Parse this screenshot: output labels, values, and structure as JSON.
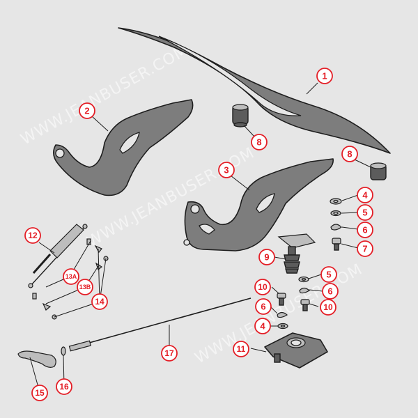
{
  "watermark": {
    "texts": [
      "WWW.JEANBUSER.COM",
      "WWW.JEANBUSER.COM",
      "WWW.JEANBUSER.COM"
    ]
  },
  "callouts": [
    {
      "id": "c1",
      "label": "1"
    },
    {
      "id": "c2",
      "label": "2"
    },
    {
      "id": "c3",
      "label": "3"
    },
    {
      "id": "c8a",
      "label": "8"
    },
    {
      "id": "c8b",
      "label": "8"
    },
    {
      "id": "c4a",
      "label": "4"
    },
    {
      "id": "c5a",
      "label": "5"
    },
    {
      "id": "c6a",
      "label": "6"
    },
    {
      "id": "c7",
      "label": "7"
    },
    {
      "id": "c9",
      "label": "9"
    },
    {
      "id": "c5b",
      "label": "5"
    },
    {
      "id": "c10a",
      "label": "10"
    },
    {
      "id": "c6b",
      "label": "6"
    },
    {
      "id": "c6c",
      "label": "6"
    },
    {
      "id": "c10b",
      "label": "10"
    },
    {
      "id": "c4b",
      "label": "4"
    },
    {
      "id": "c11",
      "label": "11"
    },
    {
      "id": "c12",
      "label": "12"
    },
    {
      "id": "c13a",
      "label": "13A"
    },
    {
      "id": "c13b",
      "label": "13B"
    },
    {
      "id": "c14",
      "label": "14"
    },
    {
      "id": "c15",
      "label": "15"
    },
    {
      "id": "c16",
      "label": "16"
    },
    {
      "id": "c17",
      "label": "17"
    }
  ]
}
